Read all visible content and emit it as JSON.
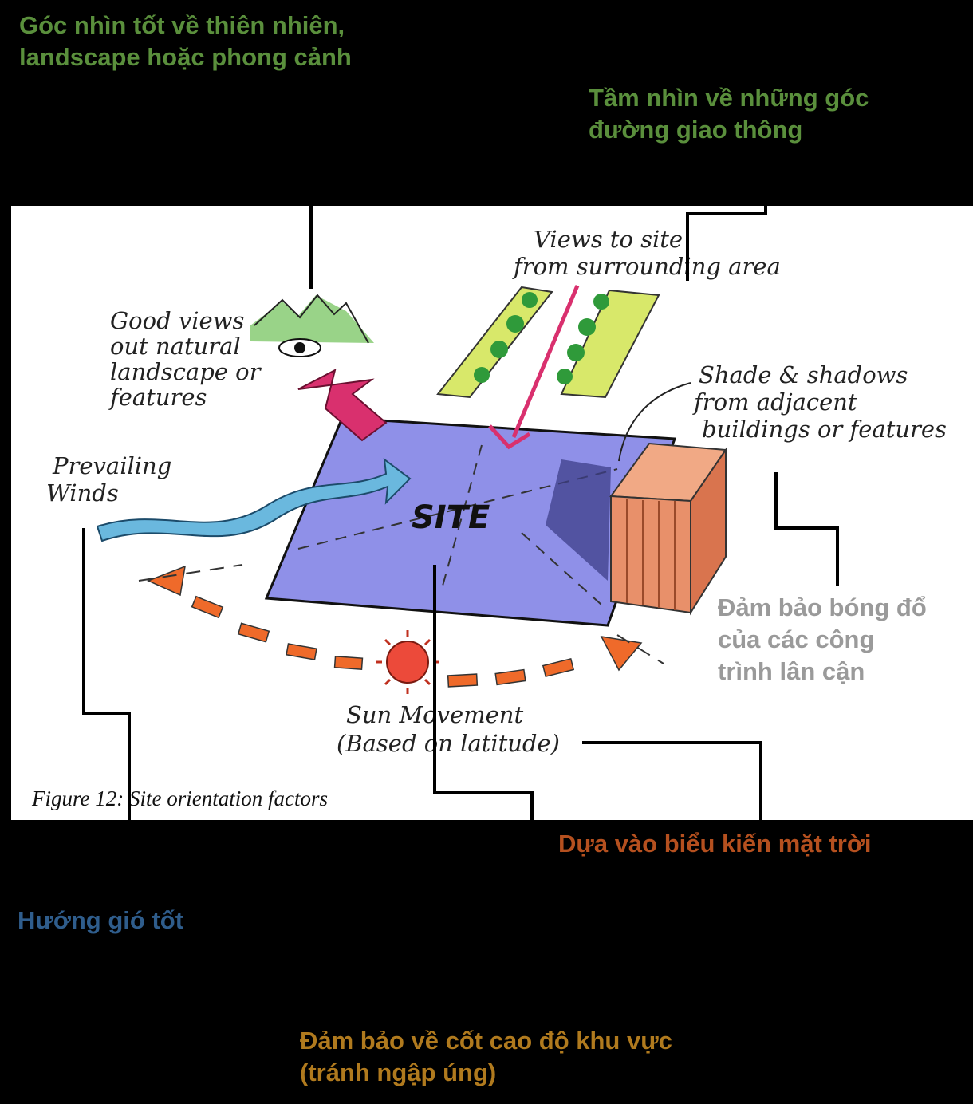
{
  "callouts": {
    "good_views": "Góc nhìn tốt về thiên nhiên,\nlandscape hoặc phong cảnh",
    "traffic_views": "Tầm nhìn về những góc\nđường giao thông",
    "shadows": "Đảm bảo bóng đổ\ncủa các công\ntrình lân cận",
    "sun": "Dựa vào biểu kiến mặt trời",
    "wind": "Hướng gió tốt",
    "elevation": "Đảm bảo về cốt cao độ khu vực\n(tránh ngập úng)"
  },
  "sketch": {
    "good_views_lines": [
      "Good views",
      "out natural",
      "landscape or",
      "features"
    ],
    "views_to_site_lines": [
      "Views to site",
      "from surrounding area"
    ],
    "shade_lines": [
      "Shade & shadows",
      "from adjacent",
      "buildings or features"
    ],
    "winds_lines": [
      "Prevailing",
      "Winds"
    ],
    "sun_lines": [
      "Sun Movement",
      "(Based on latitude)"
    ],
    "site_label": "SITE",
    "caption": "Figure 12: Site orientation factors"
  },
  "colors": {
    "background": "#000000",
    "callout_green": "#5a8f3c",
    "callout_gray": "#9a9a9a",
    "callout_brown": "#b5501f",
    "callout_blue": "#2f5d8c",
    "callout_gold": "#b07a1e",
    "site_fill": "#8f90e8",
    "building_fill": "#e8906a",
    "wind_fill": "#6ab8de",
    "sun_fill": "#ec4a3a",
    "view_arrow": "#d9306e"
  }
}
